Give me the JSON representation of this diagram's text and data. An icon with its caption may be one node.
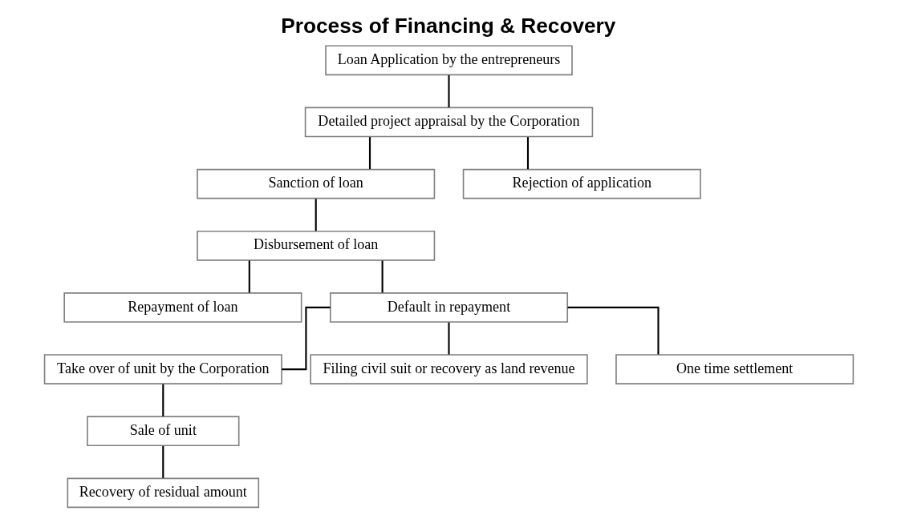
{
  "diagram": {
    "title": "Process of Financing & Recovery",
    "nodes": [
      {
        "text": [
          "Loan Application by the entrepreneurs"
        ]
      },
      {
        "text": [
          "Detailed project appraisal by the Corporation"
        ]
      },
      {
        "text": [
          "Sanction of loan"
        ]
      },
      {
        "text": [
          "Rejection of application"
        ]
      },
      {
        "text": [
          "Disbursement of loan"
        ]
      },
      {
        "text": [
          "Repayment of loan"
        ]
      },
      {
        "text": [
          "Default in repayment"
        ]
      },
      {
        "text": [
          "Take over of unit by the Corporation"
        ]
      },
      {
        "text": [
          "Filing civil suit or recovery as land revenue"
        ]
      },
      {
        "text": [
          "One time settlement"
        ]
      },
      {
        "text": [
          "Sale of unit"
        ]
      },
      {
        "text": [
          "Recovery of residual amount"
        ]
      }
    ],
    "edges": [
      {
        "from": 0,
        "to": 1,
        "arrow": "none"
      },
      {
        "from": 1,
        "to": 2,
        "arrow": "none"
      },
      {
        "from": 1,
        "to": 3,
        "arrow": "none"
      },
      {
        "from": 2,
        "to": 4,
        "arrow": "none"
      },
      {
        "from": 4,
        "to": 5,
        "arrow": "none"
      },
      {
        "from": 4,
        "to": 6,
        "arrow": "none"
      },
      {
        "from": 6,
        "to": 7,
        "arrow": "none"
      },
      {
        "from": 6,
        "to": 8,
        "arrow": "none"
      },
      {
        "from": 6,
        "to": 9,
        "arrow": "none"
      },
      {
        "from": 7,
        "to": 10,
        "arrow": "none"
      },
      {
        "from": 10,
        "to": 11,
        "arrow": "none"
      }
    ]
  }
}
